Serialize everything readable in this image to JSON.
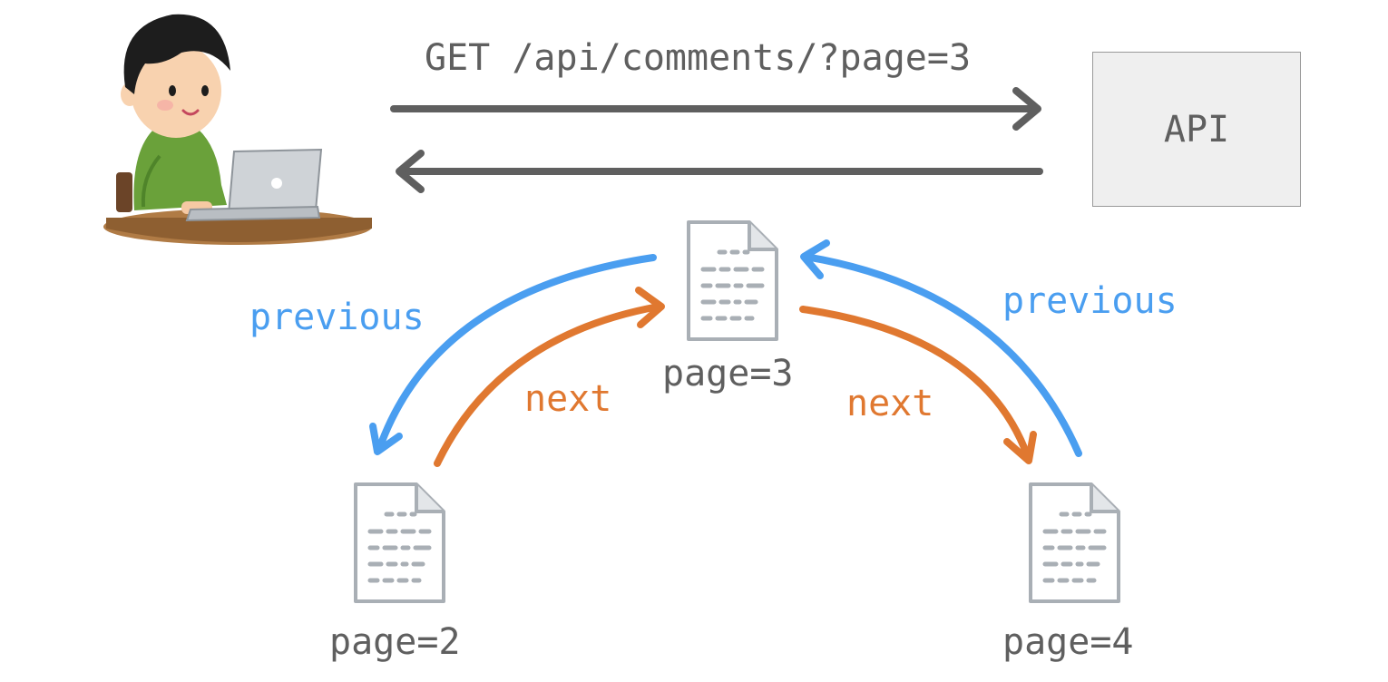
{
  "request": {
    "text": "GET /api/comments/?page=3"
  },
  "api": {
    "label": "API"
  },
  "pages": [
    {
      "label": "page=3"
    },
    {
      "label": "page=2"
    },
    {
      "label": "page=4"
    }
  ],
  "links": {
    "previous_left": "previous",
    "next_left": "next",
    "next_right": "next",
    "previous_right": "previous"
  },
  "icons": {
    "user": "person-at-laptop-icon",
    "document": "document-icon"
  },
  "colors": {
    "previous": "#4a9ef0",
    "next": "#e07830",
    "arrow": "#5f5f5f",
    "text": "#5f5f5f",
    "api_box_fill": "#efefef"
  }
}
